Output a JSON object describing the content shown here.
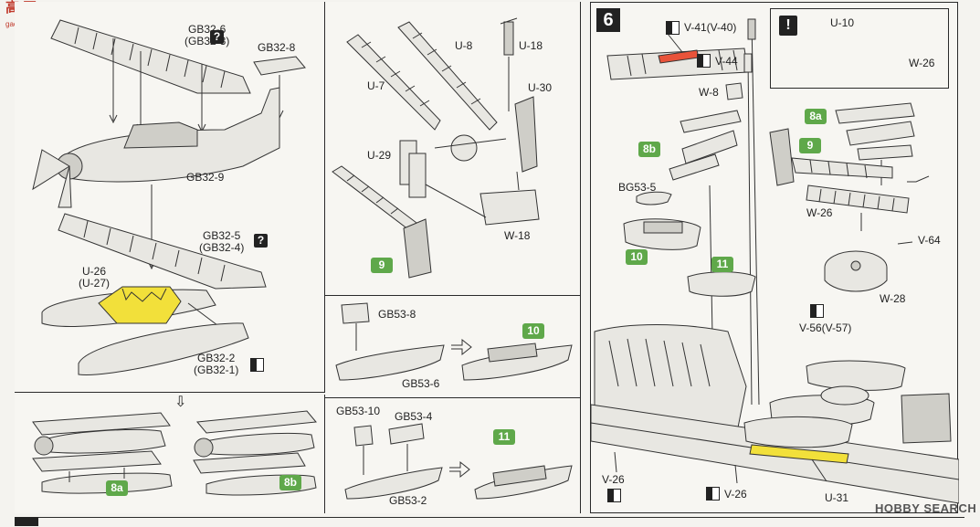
{
  "watermark_tl": {
    "line1": "高  网",
    "line2": "gao.shou.com"
  },
  "watermark_br": "HOBBY SEARCH",
  "panel_a": {
    "labels": {
      "gb32_6": "GB32-6",
      "gb32_3": "(GB32-3)",
      "gb32_8": "GB32-8",
      "gb32_9": "GB32-9",
      "gb32_5": "GB32-5",
      "gb32_4": "(GB32-4)",
      "u26": "U-26",
      "u27": "(U-27)",
      "gb32_2": "GB32-2",
      "gb32_1": "(GB32-1)"
    },
    "question_mark": "?"
  },
  "panel_b": {
    "steps": [
      "8a",
      "8b"
    ],
    "arrow": "⇩"
  },
  "panel_c": {
    "labels": {
      "u8": "U-8",
      "u18": "U-18",
      "u7": "U-7",
      "u30": "U-30",
      "u29": "U-29",
      "w18": "W-18"
    },
    "step": "9"
  },
  "panel_d": {
    "labels": {
      "gb53_8": "GB53-8",
      "gb53_6": "GB53-6"
    },
    "step": "10"
  },
  "panel_e": {
    "labels": {
      "gb53_10": "GB53-10",
      "gb53_4": "GB53-4",
      "gb53_2": "GB53-2"
    },
    "step": "11"
  },
  "panel_f": {
    "step_number": "6",
    "labels": {
      "v41": "V-41(V-40)",
      "v44": "V-44",
      "w8": "W-8",
      "u10": "U-10",
      "w26a": "W-26",
      "bg53_5": "BG53-5",
      "w26b": "W-26",
      "v64": "V-64",
      "w28": "W-28",
      "v56": "V-56(V-57)",
      "v26a": "V-26",
      "v26b": "V-26",
      "u31": "U-31"
    },
    "notice": "!",
    "steps": {
      "s8a": "8a",
      "s8b": "8b",
      "s9": "9",
      "s10": "10",
      "s11": "11"
    }
  },
  "colors": {
    "highlight_yellow": "#f2e03a",
    "highlight_red": "#e8533a",
    "step_green": "#5fa84a"
  }
}
